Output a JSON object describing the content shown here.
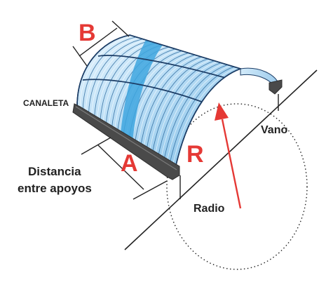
{
  "labels": {
    "b": "B",
    "a": "A",
    "r": "R",
    "canaleta": "CANALETA",
    "distancia_line1": "Distancia",
    "distancia_line2": "entre apoyos",
    "radio": "Radio",
    "vano": "Vano"
  },
  "colors": {
    "panel_light": "#d6ecfb",
    "panel_mid": "#a9d3f2",
    "panel_dark": "#6fb1de",
    "stripe": "#3ea6df",
    "outline": "#1c3d66",
    "rib": "#1f5f96",
    "gutter": "#4a4a4a",
    "gutter_dark": "#2e2e2e",
    "accent_red": "#e53935",
    "text_dark": "#222222",
    "guide": "#222222"
  },
  "icons": {
    "radius_arrow": "red-arrow-icon",
    "gutter": "gutter-profile-icon"
  }
}
